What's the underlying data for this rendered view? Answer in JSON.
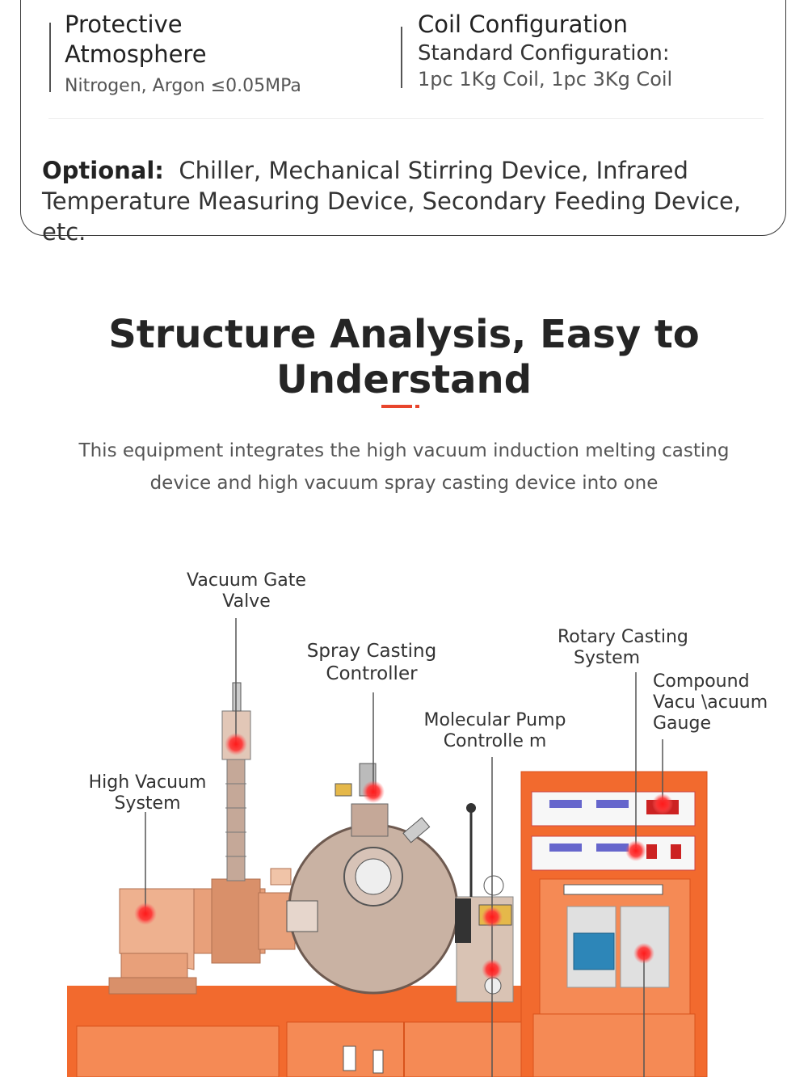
{
  "specs": {
    "protective": {
      "title": "Protective Atmosphere",
      "title_line1": "Protective",
      "title_line2": "Atmosphere",
      "value": "Nitrogen, Argon ≤0.05MPa"
    },
    "coil": {
      "title": "Coil Configuration",
      "line1": "Standard Configuration:",
      "line2": "1pc 1Kg Coil, 1pc 3Kg Coil"
    },
    "optional_label": "Optional:",
    "optional_text_line1": "Chiller, Mechanical Stirring Device, Infrared",
    "optional_text_line2": "Temperature Measuring Device, Secondary Feeding Device, etc."
  },
  "section": {
    "title": "Structure Analysis, Easy to Understand",
    "desc_line1": "This equipment integrates the high vacuum induction melting casting",
    "desc_line2": "device and high vacuum spray casting device into one"
  },
  "labels": {
    "vacuum_gate_1": "Vacuum Gate",
    "vacuum_gate_2": "Valve",
    "spray_1": "Spray Casting",
    "spray_2": "Controller",
    "rotary_1": "Rotary Casting",
    "rotary_2": "System",
    "compound_1": "Compound",
    "compound_2": "Vacu \\acuum",
    "compound_3": "Gauge",
    "molecular_1": "Molecular Pump",
    "molecular_2": "Controlle m",
    "high_vac_1": "High Vacuum",
    "high_vac_2": "System"
  },
  "colors": {
    "accent": "#e8452c",
    "machine_orange": "#f26a2e",
    "copper": "#e8a07a",
    "chamber": "#c9b2a3",
    "marker": "#ff2222"
  }
}
